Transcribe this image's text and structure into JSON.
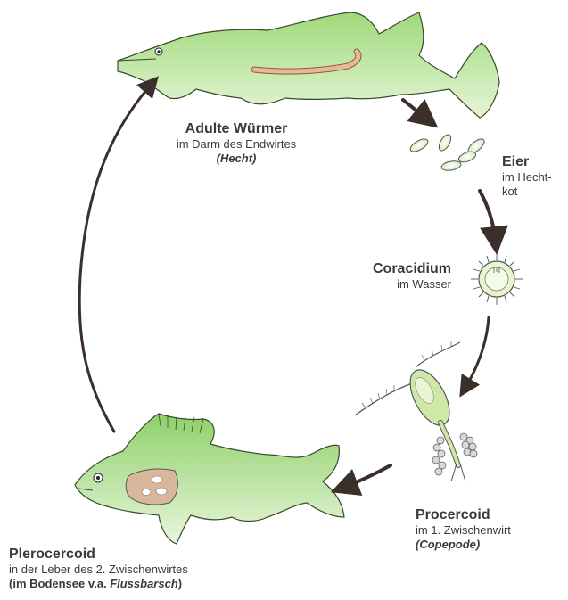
{
  "stages": {
    "adult": {
      "title": "Adulte Würmer",
      "line1": "im Darm des Endwirtes",
      "line2": "(Hecht)"
    },
    "eggs": {
      "title": "Eier",
      "line1": "im Hecht-",
      "line2": "kot"
    },
    "coracidium": {
      "title": "Coracidium",
      "line1": "im Wasser"
    },
    "procercoid": {
      "title": "Procercoid",
      "line1": "im 1. Zwischenwirt",
      "line2": "(Copepode)"
    },
    "plerocercoid": {
      "title": "Plerocercoid",
      "line1": "in der Leber des  2. Zwischenwirtes",
      "line2_prefix": "(im Bodensee v.a. ",
      "line2_italic": "Flussbarsch",
      "line2_suffix": ")"
    }
  },
  "colors": {
    "fish_green": "#8fcf6a",
    "fish_light": "#d8efc3",
    "arrow": "#3b2f2a",
    "worm": "#e8b89a"
  }
}
